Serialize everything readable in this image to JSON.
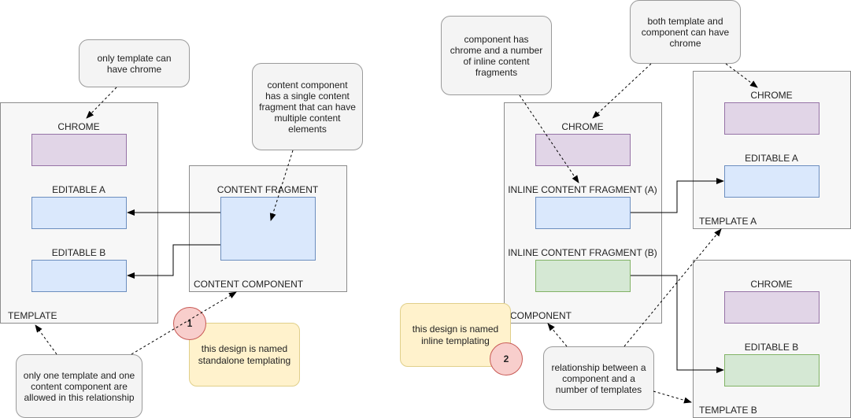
{
  "left": {
    "template": {
      "label": "TEMPLATE",
      "chrome_label": "CHROME",
      "editable_a_label": "EDITABLE A",
      "editable_b_label": "EDITABLE B"
    },
    "content_component": {
      "label": "CONTENT COMPONENT",
      "fragment_label": "CONTENT FRAGMENT"
    },
    "notes": {
      "only_template_chrome": "only template can have chrome",
      "content_component_desc": "content component has a single content fragment that can have multiple content elements",
      "one_template_one_component": "only one template and one content component are allowed in this relationship"
    },
    "design_name": "this design is named standalone templating",
    "badge": "1"
  },
  "right": {
    "component": {
      "label": "COMPONENT",
      "chrome_label": "CHROME",
      "inline_a_label": "INLINE CONTENT FRAGMENT (A)",
      "inline_b_label": "INLINE CONTENT FRAGMENT (B)"
    },
    "template_a": {
      "label": "TEMPLATE A",
      "chrome_label": "CHROME",
      "editable_label": "EDITABLE A"
    },
    "template_b": {
      "label": "TEMPLATE B",
      "chrome_label": "CHROME",
      "editable_label": "EDITABLE B"
    },
    "notes": {
      "component_chrome_desc": "component has chrome and a number of inline content fragments",
      "both_chrome": "both template and component can have chrome",
      "relationship": "relationship between a component and a number of templates"
    },
    "design_name": "this design is named inline templating",
    "badge": "2"
  },
  "colors": {
    "chrome_fill": "#e1d5e7",
    "editable_fill": "#dae8fc",
    "inline_b_fill": "#d5e8d4",
    "note_fill": "#f4f4f4",
    "design_note_fill": "#fff2cc",
    "badge_fill": "#f8cecc"
  }
}
